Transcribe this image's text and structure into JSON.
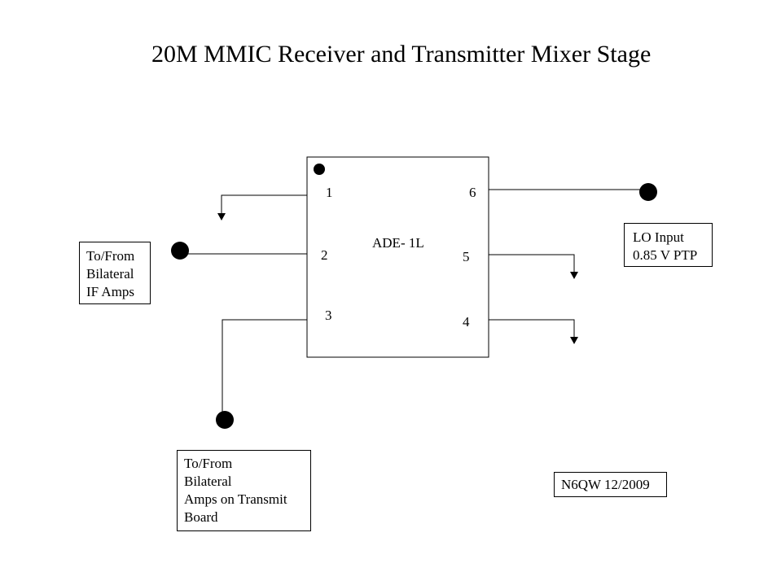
{
  "title": "20M MMIC Receiver and Transmitter Mixer Stage",
  "component": {
    "name": "ADE- 1L",
    "pins": [
      "1",
      "2",
      "3",
      "4",
      "5",
      "6"
    ]
  },
  "labels": {
    "if_amps": [
      "To/From",
      "Bilateral",
      "IF Amps"
    ],
    "transmit_board": [
      "To/From",
      "Bilateral",
      "Amps on Transmit",
      "Board"
    ],
    "lo_input": [
      "LO Input",
      "0.85 V PTP"
    ],
    "credit": "N6QW 12/2009"
  }
}
